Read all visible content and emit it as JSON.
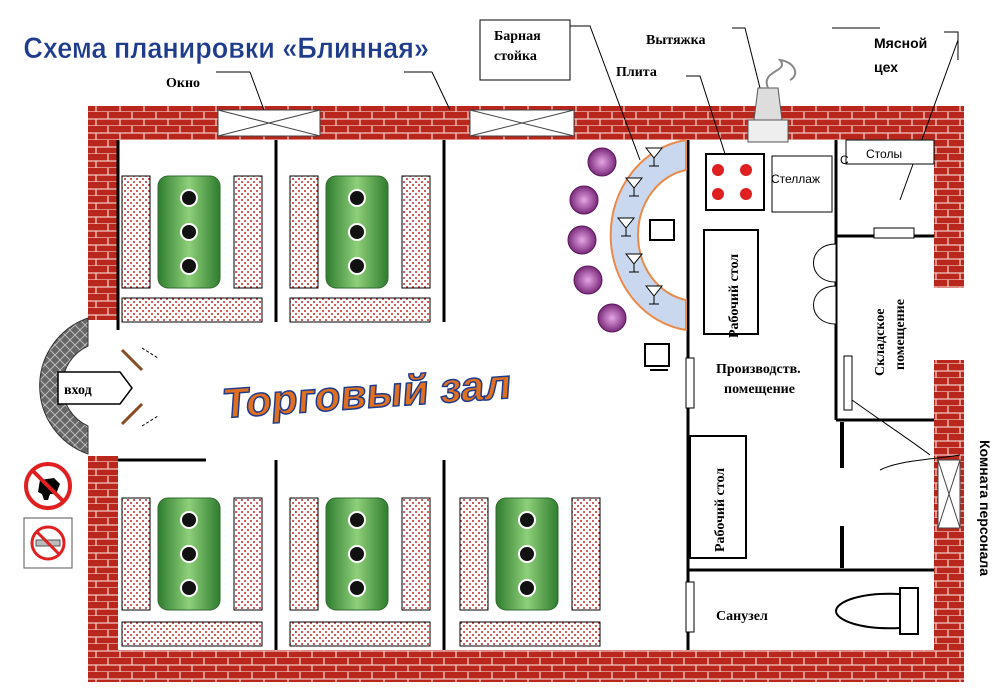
{
  "title": "Схема планировки «Блинная»",
  "hall_label": "Торговый зал",
  "labels": {
    "window": "Окно",
    "bar_counter": "Барная стойка",
    "stove": "Плита",
    "hood": "Вытяжка",
    "meat_shop": "Мясной цех",
    "tables": "Столы",
    "rack": "Стеллаж",
    "work_table_1": "Рабочий стол",
    "work_table_2": "Рабочий стол",
    "production": "Производств. помещение",
    "storage": "Складское помещение",
    "staff_room": "Комната персонала",
    "toilet": "Санузел",
    "entrance": "вход",
    "c_mark": "C"
  },
  "colors": {
    "brick": "#b8261c",
    "table_green": "#5aa84a",
    "chair_red": "#c62828",
    "stool_purple": "#8e3a8e",
    "title_blue": "#1f3c8c",
    "hall_orange": "#e07020"
  }
}
